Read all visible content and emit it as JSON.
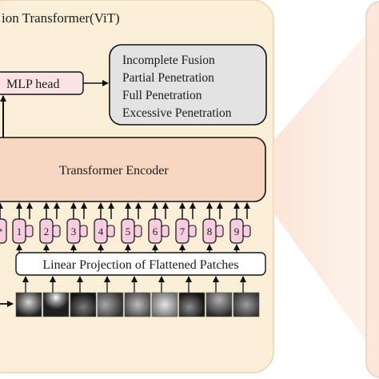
{
  "panel": {
    "title": "ion Transformer(ViT)",
    "colors": {
      "panel_bg": "#fcefd8",
      "panel_border": "#e7d4b4",
      "encoder_fill": "#f7d6c2",
      "mlp_fill": "#fbe3e3",
      "token_fill": "#f8cde0",
      "class_box_fill": "#e3e3e3"
    }
  },
  "mlp_head": {
    "label": "MLP head"
  },
  "classes": {
    "items": [
      "Incomplete Fusion",
      "Partial Penetration",
      "Full Penetration",
      "Excessive Penetration"
    ]
  },
  "encoder": {
    "label": "Transformer Encoder"
  },
  "tokens": {
    "class_token_label": "*",
    "labels": [
      "1",
      "2",
      "3",
      "4",
      "5",
      "6",
      "7",
      "8",
      "9"
    ]
  },
  "projection": {
    "label": "Linear Projection of Flattened Patches"
  },
  "patches": {
    "count": 9
  }
}
